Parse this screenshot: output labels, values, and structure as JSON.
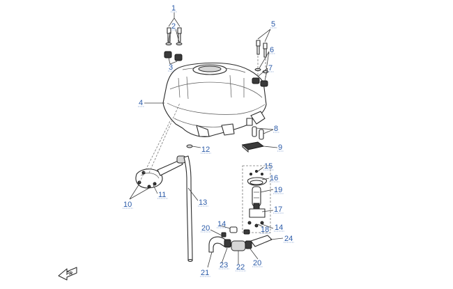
{
  "callouts": [
    {
      "id": "1",
      "label": "1"
    },
    {
      "id": "2",
      "label": "2"
    },
    {
      "id": "3",
      "label": "3"
    },
    {
      "id": "4",
      "label": "4"
    },
    {
      "id": "5",
      "label": "5"
    },
    {
      "id": "6",
      "label": "6"
    },
    {
      "id": "7",
      "label": "7"
    },
    {
      "id": "8",
      "label": "8"
    },
    {
      "id": "9",
      "label": "9"
    },
    {
      "id": "10",
      "label": "10"
    },
    {
      "id": "11",
      "label": "11"
    },
    {
      "id": "12",
      "label": "12"
    },
    {
      "id": "13",
      "label": "13"
    },
    {
      "id": "14a",
      "label": "14"
    },
    {
      "id": "14b",
      "label": "14"
    },
    {
      "id": "15",
      "label": "15"
    },
    {
      "id": "16",
      "label": "16"
    },
    {
      "id": "17",
      "label": "17"
    },
    {
      "id": "18",
      "label": "18"
    },
    {
      "id": "19",
      "label": "19"
    },
    {
      "id": "20a",
      "label": "20"
    },
    {
      "id": "20b",
      "label": "20"
    },
    {
      "id": "21",
      "label": "21"
    },
    {
      "id": "22",
      "label": "22"
    },
    {
      "id": "23",
      "label": "23"
    },
    {
      "id": "24",
      "label": "24"
    }
  ],
  "direction_arrow": {
    "label": "FR"
  },
  "colors": {
    "callout_text": "#2a5aa8",
    "line": "#2a2a2a"
  }
}
